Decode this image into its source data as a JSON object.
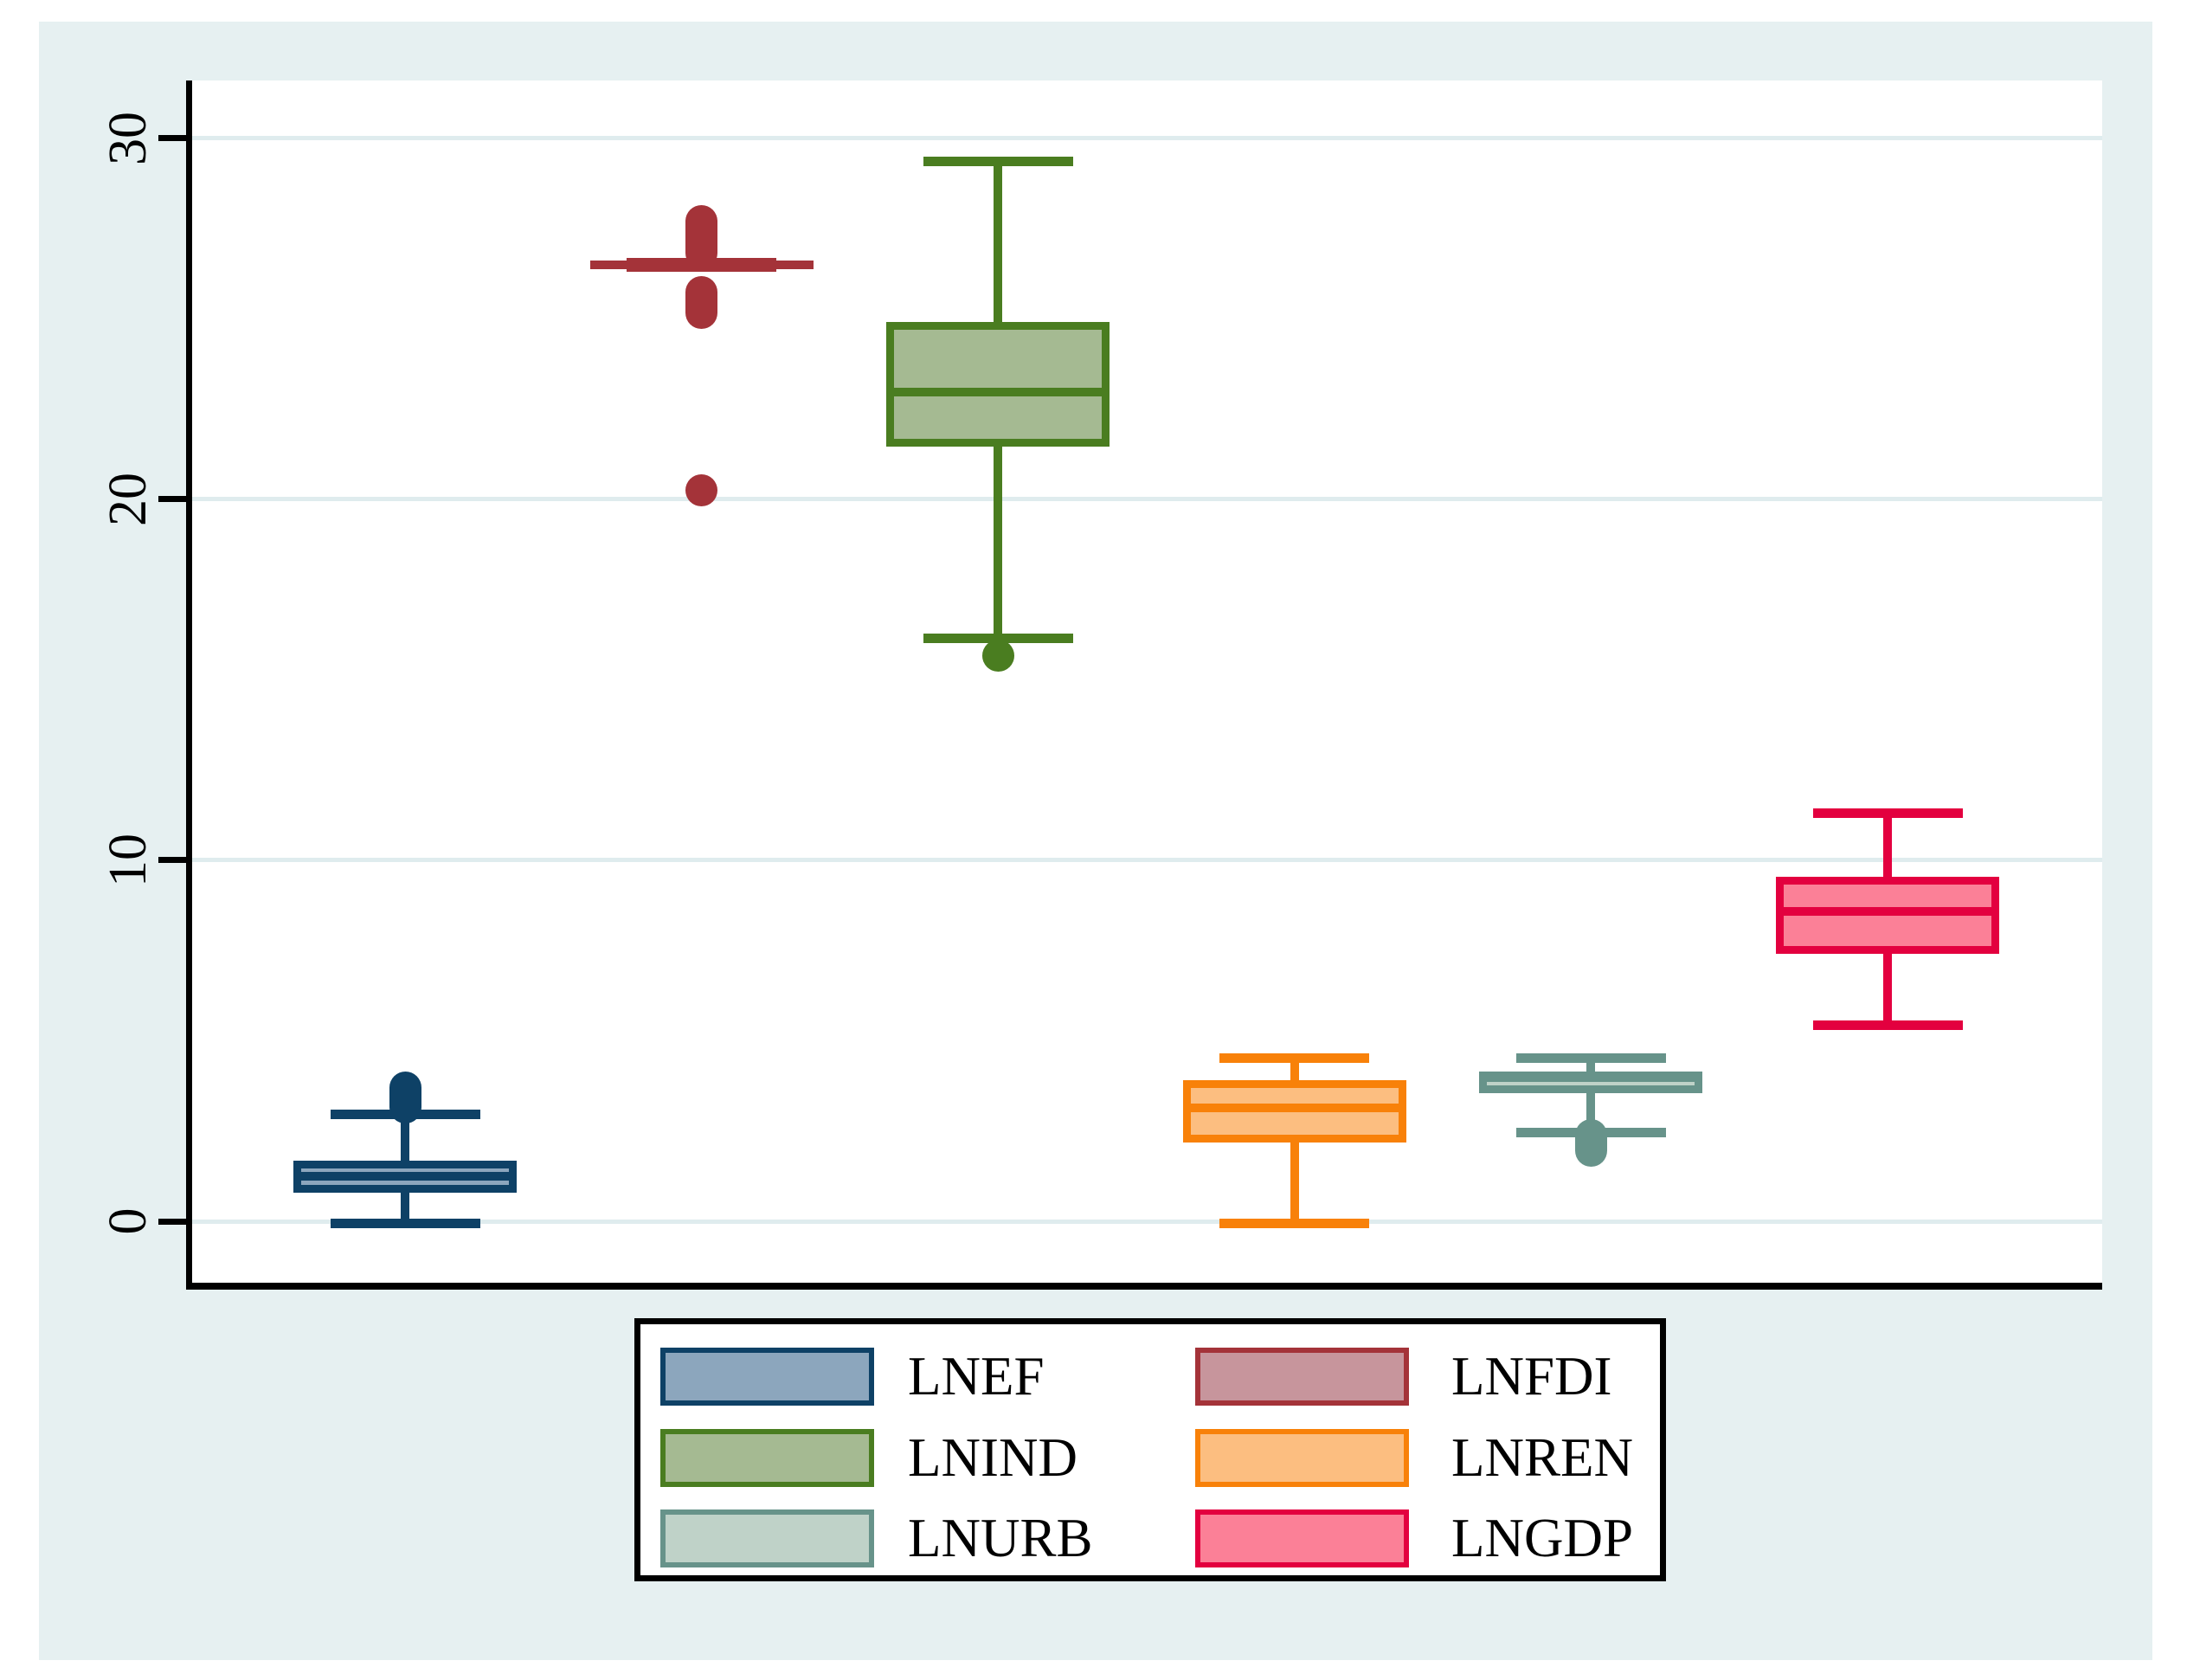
{
  "figure": {
    "background_color": "#e6f0f1",
    "plot_background_color": "#ffffff",
    "gridline_color": "#dfecee",
    "axis_color": "#000000"
  },
  "chart_data": {
    "type": "boxplot",
    "title": "",
    "xlabel": "",
    "ylabel": "",
    "y_ticks": [
      "0",
      "10",
      "20",
      "30"
    ],
    "y_tick_values": [
      0,
      10,
      20,
      30
    ],
    "ylim": [
      -1.7,
      31.6
    ],
    "grid": true,
    "legend_position": "bottom",
    "series": [
      {
        "name": "LNEF",
        "border": "#0e4166",
        "fill": "#8ca6bd",
        "legend_fill": "#8ca6bd",
        "collapsed": false,
        "whisker_low": -0.05,
        "q1": 0.79,
        "median": 1.26,
        "q3": 1.68,
        "whisker_high": 2.97,
        "outlier_clusters": [
          [
            2.7,
            4.15
          ]
        ],
        "outlier_dots": []
      },
      {
        "name": "LNFDI",
        "border": "#a43339",
        "fill": "#a43339",
        "legend_fill": "#c7959c",
        "collapsed": true,
        "whisker_low": 26.3,
        "q1": 26.42,
        "median": 26.5,
        "q3": 26.58,
        "whisker_high": 26.7,
        "outlier_clusters": [
          [
            26.38,
            28.15
          ],
          [
            24.72,
            26.18
          ]
        ],
        "outlier_dots": [
          20.26
        ]
      },
      {
        "name": "LNIND",
        "border": "#4a7d20",
        "fill": "#a5ba92",
        "legend_fill": "#a5ba92",
        "collapsed": false,
        "whisker_low": 16.14,
        "q1": 21.45,
        "median": 22.97,
        "q3": 24.9,
        "whisker_high": 29.35,
        "outlier_clusters": [],
        "outlier_dots": [
          15.66
        ]
      },
      {
        "name": "LNREN",
        "border": "#f88109",
        "fill": "#fcbe80",
        "legend_fill": "#fcbe80",
        "collapsed": false,
        "whisker_low": -0.05,
        "q1": 2.18,
        "median": 3.14,
        "q3": 3.91,
        "whisker_high": 4.51,
        "outlier_clusters": [],
        "outlier_dots": []
      },
      {
        "name": "LNURB",
        "border": "#67938a",
        "fill": "#bfd2c8",
        "legend_fill": "#bfd2c8",
        "collapsed": false,
        "whisker_low": 2.45,
        "q1": 3.55,
        "median": 3.97,
        "q3": 4.15,
        "whisker_high": 4.52,
        "outlier_clusters": [
          [
            1.52,
            2.83
          ]
        ],
        "outlier_dots": []
      },
      {
        "name": "LNGDP",
        "border": "#e3003f",
        "fill": "#fb8097",
        "legend_fill": "#fb8097",
        "collapsed": false,
        "whisker_low": 5.43,
        "q1": 7.4,
        "median": 8.59,
        "q3": 9.55,
        "whisker_high": 11.3,
        "outlier_clusters": [],
        "outlier_dots": []
      }
    ]
  }
}
